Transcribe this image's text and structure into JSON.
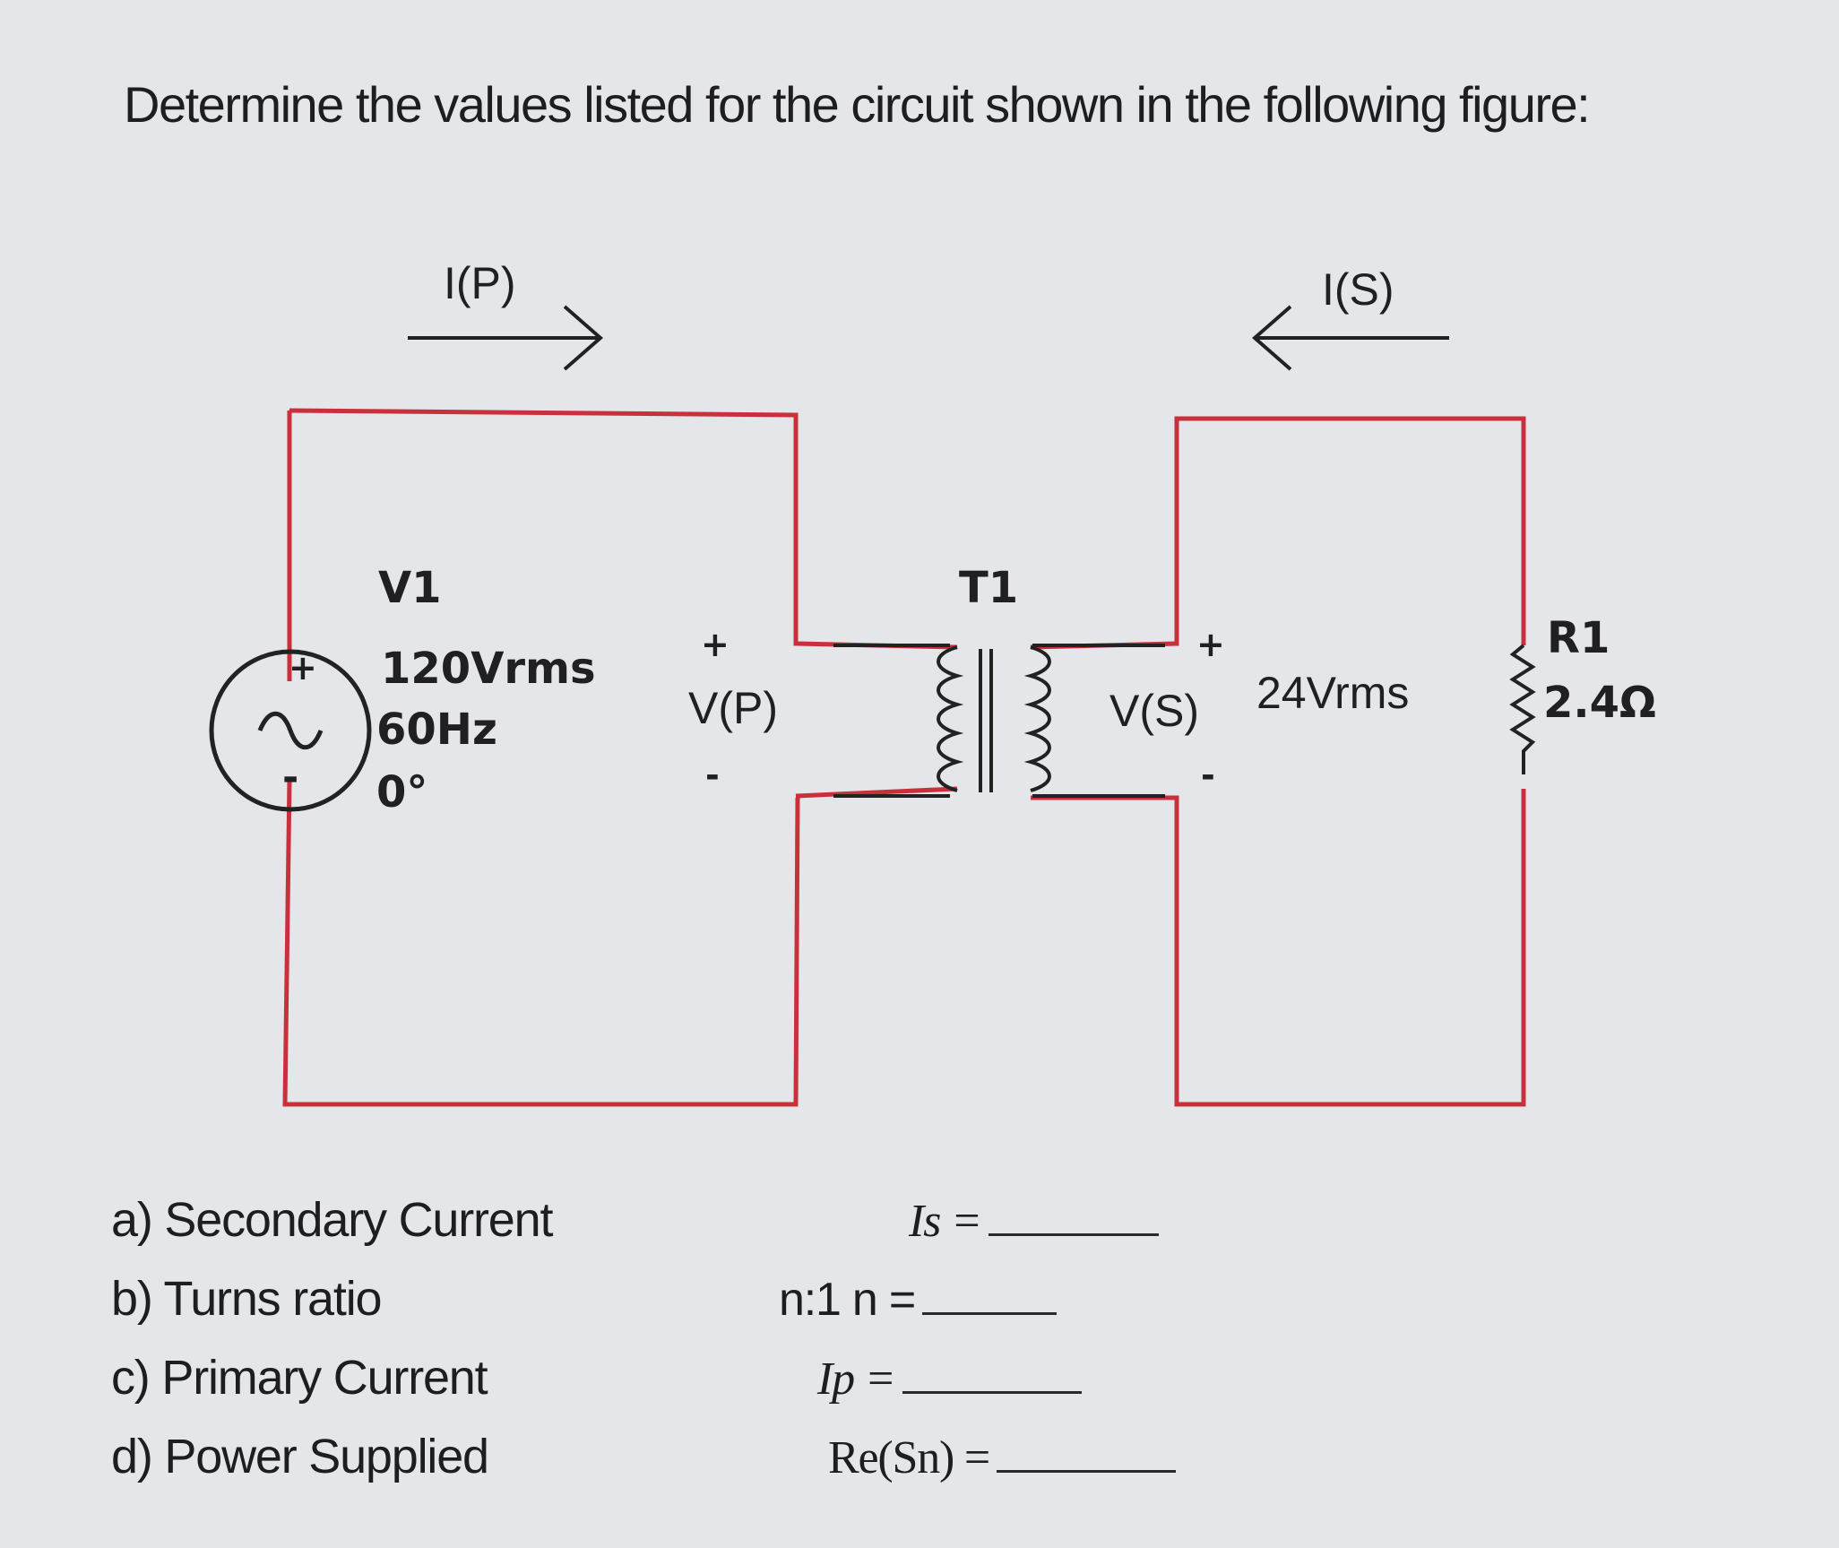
{
  "question": "Determine the values listed for the circuit shown in the following figure:",
  "circuit": {
    "source": {
      "name": "V1",
      "voltage": "120Vrms",
      "frequency": "60Hz",
      "phase": "0°"
    },
    "transformer": {
      "name": "T1"
    },
    "resistor": {
      "name": "R1",
      "value": "2.4Ω"
    },
    "primary_current_label": "I(P)",
    "secondary_current_label": "I(S)",
    "primary_voltage_label": "V(P)",
    "secondary_voltage_label": "V(S)",
    "secondary_voltage_value": "24Vrms",
    "plus_sign": "+",
    "minus_sign": "-"
  },
  "questions": [
    {
      "label": "a) Secondary Current",
      "symbol": "Is ="
    },
    {
      "label": "b) Turns ratio",
      "symbol": "n:1 n ="
    },
    {
      "label": "c) Primary Current",
      "symbol": "Ip ="
    },
    {
      "label": "d) Power Supplied",
      "symbol": "Re(Sn) ="
    }
  ],
  "colors": {
    "wire": "#c8313c",
    "ink": "#1f1f24",
    "background": "#e4e6e9"
  }
}
